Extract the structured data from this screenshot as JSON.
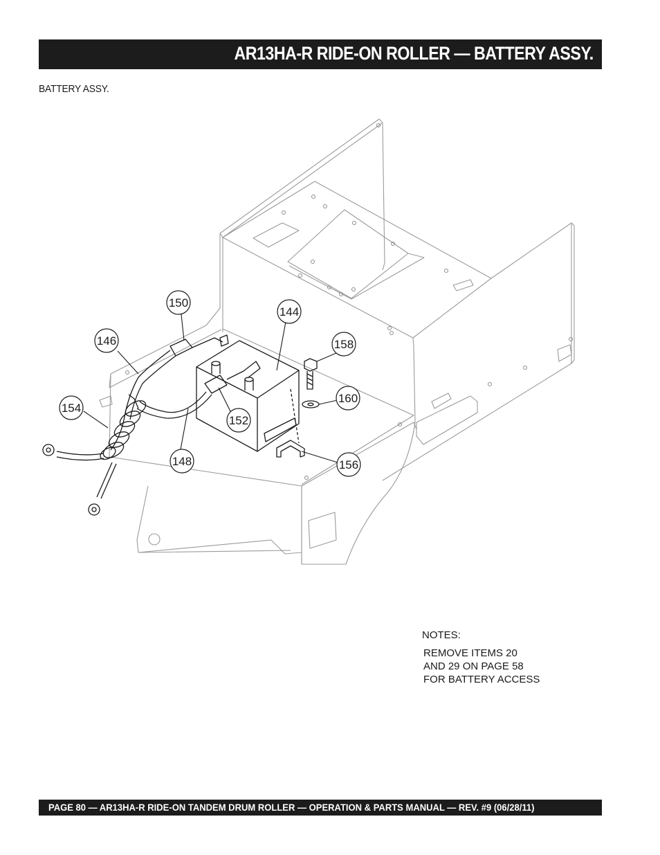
{
  "header": {
    "title": "AR13HA-R RIDE-ON ROLLER — BATTERY ASSY."
  },
  "section": {
    "label": "BATTERY ASSY."
  },
  "callouts": [
    {
      "id": "c150",
      "label": "150"
    },
    {
      "id": "c144",
      "label": "144"
    },
    {
      "id": "c146",
      "label": "146"
    },
    {
      "id": "c158",
      "label": "158"
    },
    {
      "id": "c154",
      "label": "154"
    },
    {
      "id": "c160",
      "label": "160"
    },
    {
      "id": "c152",
      "label": "152"
    },
    {
      "id": "c148",
      "label": "148"
    },
    {
      "id": "c156",
      "label": "156"
    }
  ],
  "notes": {
    "heading": "NOTES:",
    "lines": [
      "REMOVE ITEMS 20",
      "AND 29 ON PAGE 58",
      "FOR BATTERY ACCESS"
    ]
  },
  "footer": {
    "text": "PAGE 80 — AR13HA-R RIDE-ON TANDEM DRUM ROLLER — OPERATION & PARTS MANUAL — REV. #9  (06/28/11)"
  }
}
